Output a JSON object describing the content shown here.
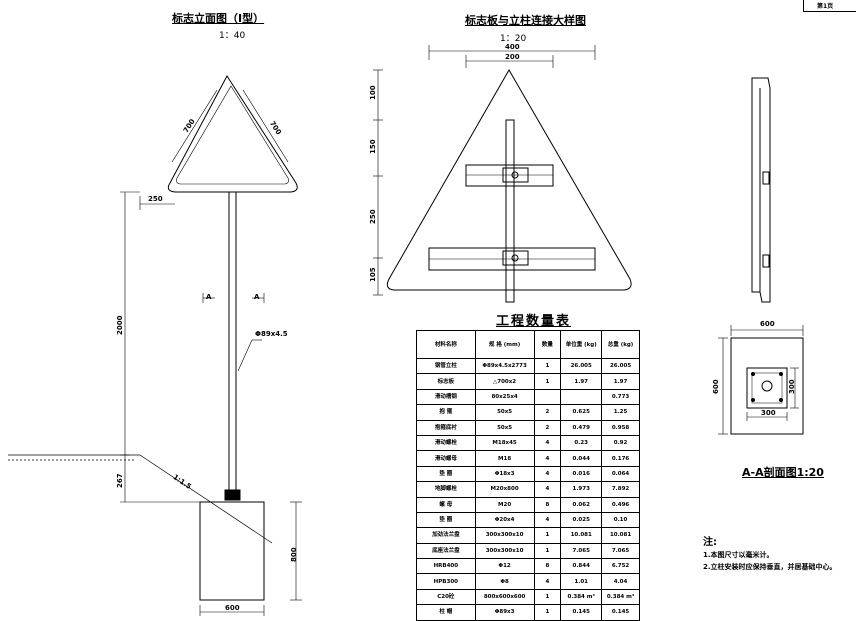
{
  "page_no": "第1页",
  "view_elevation": {
    "title": "标志立面图（Ⅰ型）",
    "scale": "1：40",
    "dim_side1": "700",
    "dim_side2": "700",
    "dim_offset": "250",
    "dim_height": "2000",
    "dim_bury": "267",
    "dim_foundation_w": "600",
    "dim_foundation_h": "800",
    "pipe_label": "Φ89x4.5",
    "slope": "1:1.5",
    "section_mark_left": "A",
    "section_mark_right": "A"
  },
  "view_detail": {
    "title": "标志板与立柱连接大样图",
    "scale": "1：20",
    "dim_w1": "400",
    "dim_w2": "200",
    "dim_v1": "100",
    "dim_v2": "150",
    "dim_v3": "250",
    "dim_v4": "105"
  },
  "view_section": {
    "title": "A-A剖面图1:20",
    "dim_top": "600",
    "dim_left": "600",
    "dim_plate_w": "300",
    "dim_plate_h": "300"
  },
  "table": {
    "title": "工程数量表",
    "headers": [
      "材料名称",
      "规 格 (mm)",
      "数量",
      "单位重 (kg)",
      "总重 (kg)"
    ],
    "rows": [
      [
        "钢管立柱",
        "Φ89x4.5x2773",
        "1",
        "26.005",
        "26.005"
      ],
      [
        "标志板",
        "△700x2",
        "1",
        "1.97",
        "1.97"
      ],
      [
        "滑动槽钢",
        "80x25x4",
        "",
        "",
        "0.773"
      ],
      [
        "抱 箍",
        "50x5",
        "2",
        "0.625",
        "1.25"
      ],
      [
        "抱箍底衬",
        "50x5",
        "2",
        "0.479",
        "0.958"
      ],
      [
        "滑动螺栓",
        "M18x45",
        "4",
        "0.23",
        "0.92"
      ],
      [
        "滑动螺母",
        "M18",
        "4",
        "0.044",
        "0.176"
      ],
      [
        "垫 圈",
        "Φ18x3",
        "4",
        "0.016",
        "0.064"
      ],
      [
        "地脚螺栓",
        "M20x800",
        "4",
        "1.973",
        "7.892"
      ],
      [
        "螺 母",
        "M20",
        "8",
        "0.062",
        "0.496"
      ],
      [
        "垫 圈",
        "Φ20x4",
        "4",
        "0.025",
        "0.10"
      ],
      [
        "加劲法兰盘",
        "300x300x10",
        "1",
        "10.081",
        "10.081"
      ],
      [
        "底座法兰盘",
        "300x300x10",
        "1",
        "7.065",
        "7.065"
      ],
      [
        "HRB400",
        "Φ12",
        "8",
        "0.844",
        "6.752"
      ],
      [
        "HPB300",
        "Φ8",
        "4",
        "1.01",
        "4.04"
      ],
      [
        "C20砼",
        "800x600x600",
        "1",
        "0.384 m³",
        "0.384 m³"
      ],
      [
        "柱 帽",
        "Φ89x3",
        "1",
        "0.145",
        "0.145"
      ]
    ]
  },
  "notes": {
    "heading": "注:",
    "items": [
      "1.本图尺寸以毫米计。",
      "2.立柱安装时应保持垂直，并居基础中心。"
    ]
  }
}
